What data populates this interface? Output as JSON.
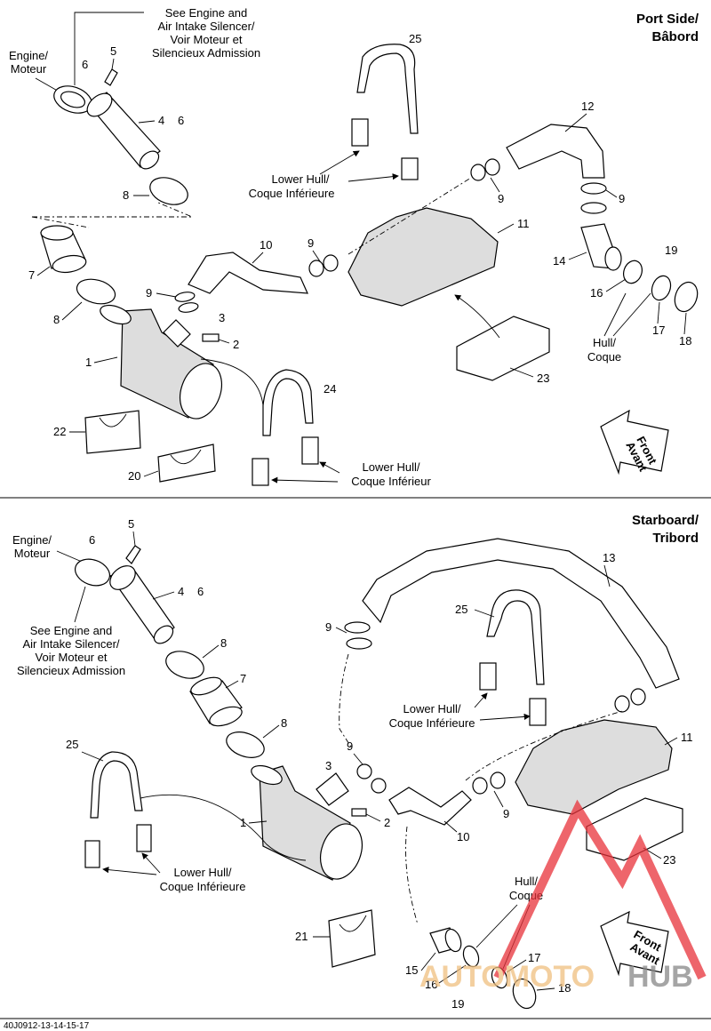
{
  "footer_code": "40J0912-13-14-15-17",
  "watermark": {
    "text_a": "AUTOMOTO",
    "text_b": "HUB",
    "color": "#e8323a"
  },
  "port": {
    "title_1": "Port Side/",
    "title_2": "Bâbord",
    "see_engine": [
      "See Engine and",
      "Air Intake Silencer/",
      "Voir Moteur et",
      "Silencieux Admission"
    ],
    "engine": [
      "Engine/",
      "Moteur"
    ],
    "lower_hull_a": [
      "Lower Hull/",
      "Coque Inférieure"
    ],
    "lower_hull_b": [
      "Lower Hull/",
      "Coque Inférieur"
    ],
    "hull": [
      "Hull/",
      "Coque"
    ],
    "front": [
      "Front",
      "Avant"
    ],
    "nums": {
      "n5": "5",
      "n6": "6",
      "n4": "4",
      "n6b": "6",
      "n8": "8",
      "n8b": "8",
      "n7": "7",
      "n25": "25",
      "n12": "12",
      "n9a": "9",
      "n9b": "9",
      "n9c": "9",
      "n9d": "9",
      "n10": "10",
      "n11": "11",
      "n3": "3",
      "n2": "2",
      "n1": "1",
      "n14": "14",
      "n16": "16",
      "n17": "17",
      "n18": "18",
      "n19": "19",
      "n22": "22",
      "n24": "24",
      "n23": "23",
      "n20": "20"
    }
  },
  "starboard": {
    "title_1": "Starboard/",
    "title_2": "Tribord",
    "see_engine": [
      "See Engine and",
      "Air Intake Silencer/",
      "Voir Moteur et",
      "Silencieux Admission"
    ],
    "engine": [
      "Engine/",
      "Moteur"
    ],
    "lower_hull_a": [
      "Lower Hull/",
      "Coque Inférieure"
    ],
    "lower_hull_b": [
      "Lower Hull/",
      "Coque Inférieure"
    ],
    "hull": [
      "Hull/",
      "Coque"
    ],
    "front": [
      "Front",
      "Avant"
    ],
    "nums": {
      "n5": "5",
      "n6": "6",
      "n4": "4",
      "n6b": "6",
      "n8": "8",
      "n8b": "8",
      "n7": "7",
      "n25a": "25",
      "n25b": "25",
      "n13": "13",
      "n9a": "9",
      "n9b": "9",
      "n9c": "9",
      "n10": "10",
      "n11": "11",
      "n3": "3",
      "n2": "2",
      "n1": "1",
      "n15": "15",
      "n16": "16",
      "n17": "17",
      "n18": "18",
      "n19": "19",
      "n21": "21",
      "n23": "23"
    }
  }
}
